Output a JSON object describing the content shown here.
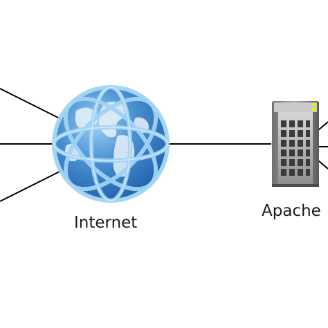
{
  "diagram": {
    "nodes": [
      {
        "id": "internet",
        "label": "Internet",
        "icon": "globe-icon"
      },
      {
        "id": "apache",
        "label": "Apache",
        "icon": "server-icon"
      }
    ],
    "edges": [
      {
        "from": "off-left-client-1",
        "to": "internet"
      },
      {
        "from": "off-left-client-2",
        "to": "internet"
      },
      {
        "from": "off-left-client-3",
        "to": "internet"
      },
      {
        "from": "internet",
        "to": "apache"
      },
      {
        "from": "apache",
        "to": "off-right-1"
      },
      {
        "from": "apache",
        "to": "off-right-2"
      },
      {
        "from": "apache",
        "to": "off-right-3"
      }
    ],
    "colors": {
      "globe_ocean": "#3d86c8",
      "globe_rings": "#9fd3f5",
      "globe_land": "#e9f2f9",
      "server_body": "#8a8a8a",
      "server_front": "#b8b8b8",
      "server_led": "#e0f000",
      "line": "#000000"
    }
  }
}
